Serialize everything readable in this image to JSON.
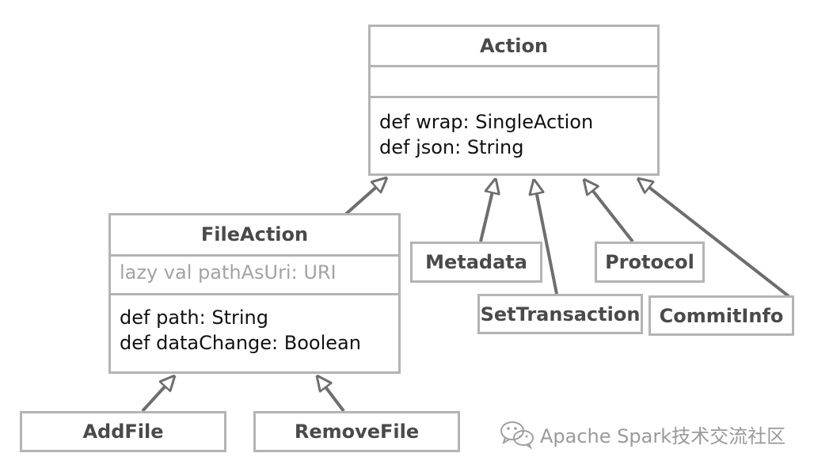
{
  "action": {
    "name": "Action",
    "attributes": [],
    "methods": [
      "def wrap: SingleAction",
      "def json: String"
    ]
  },
  "file_action": {
    "name": "FileAction",
    "attributes": [
      "lazy val pathAsUri: URI"
    ],
    "methods": [
      "def path: String",
      "def dataChange: Boolean"
    ]
  },
  "action_subclasses": [
    "Metadata",
    "SetTransaction",
    "Protocol",
    "CommitInfo"
  ],
  "file_action_subclasses": [
    "AddFile",
    "RemoveFile"
  ],
  "watermark": {
    "text": "Apache Spark技术交流社区",
    "icon": "wechat-icon"
  },
  "colors": {
    "border": "#b4b4b4",
    "arrow": "#6e6e6e",
    "title": "#4a4a4a",
    "attribute": "#a3a3a3",
    "method": "#111111"
  }
}
